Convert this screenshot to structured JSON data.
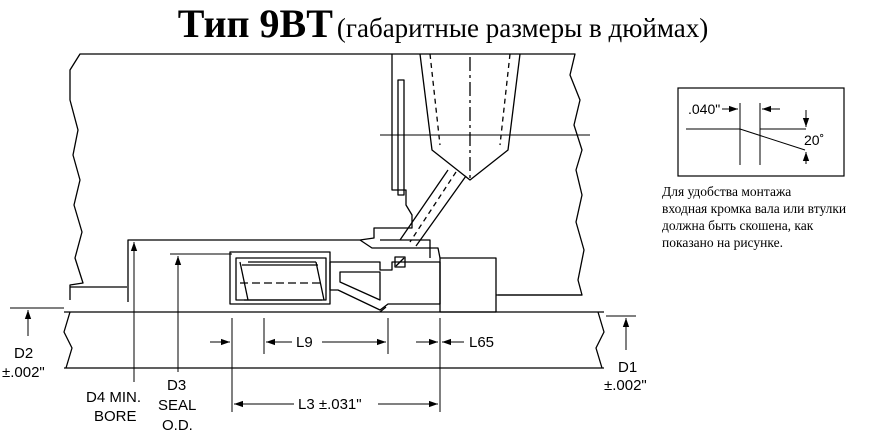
{
  "title": {
    "main": "Тип 9BT",
    "sub": "(габаритные размеры в дюймах)"
  },
  "labels": {
    "d2": "D2",
    "d2_tol": "±.002\"",
    "d4_line1": "D4 MIN.",
    "d4_line2": "BORE",
    "d3_line1": "D3",
    "d3_line2": "SEAL",
    "d3_line3": "O.D.",
    "l9": "L9",
    "l65": "L65",
    "l3": "L3 ±.031\"",
    "d1": "D1",
    "d1_tol": "±.002\""
  },
  "detail": {
    "chamfer_len": ".040\"",
    "angle": "20˚"
  },
  "note": {
    "lines": [
      "Для удобства монтажа",
      "входная кромка вала или втулки",
      "должна быть скошена, как",
      "показано на рисунке."
    ]
  },
  "colors": {
    "ink": "#000000",
    "paper": "#ffffff"
  }
}
